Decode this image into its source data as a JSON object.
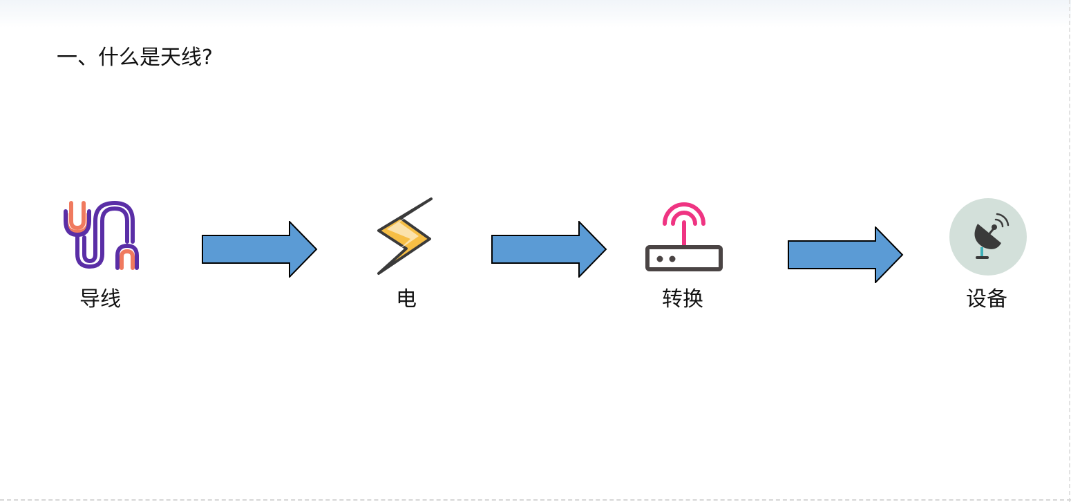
{
  "heading": "一、什么是天线?",
  "nodes": [
    {
      "label": "导线",
      "icon": "cable-icon"
    },
    {
      "label": "电",
      "icon": "lightning-icon"
    },
    {
      "label": "转换",
      "icon": "router-icon"
    },
    {
      "label": "设备",
      "icon": "satellite-dish-icon"
    }
  ],
  "colors": {
    "arrow_fill": "#5b9bd5",
    "arrow_stroke": "#000000",
    "cable_purple": "#5a2ea6",
    "cable_orange": "#f07a5f",
    "bolt_yellow": "#f6be45",
    "router_pink": "#ef3482",
    "router_body": "#4a4444",
    "dish_background": "#d3e0da"
  }
}
